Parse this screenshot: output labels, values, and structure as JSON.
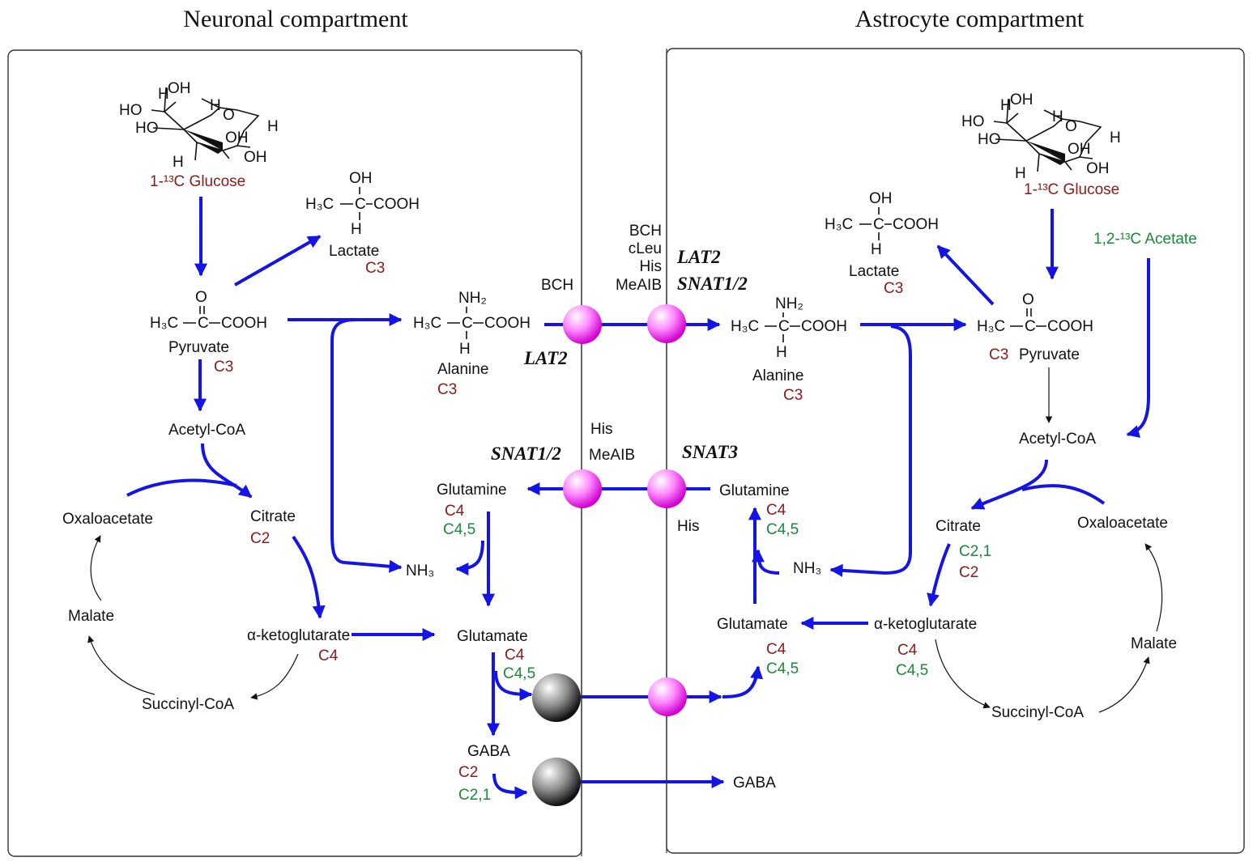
{
  "titles": {
    "neuron": "Neuronal compartment",
    "astro": "Astrocyte compartment"
  },
  "labels": {
    "n_glucose": "1-¹³C Glucose",
    "n_lactate": "Lactate",
    "n_lactate_c": "C3",
    "n_pyruvate": "Pyruvate",
    "n_pyruvate_c": "C3",
    "n_acetylcoa": "Acetyl-CoA",
    "n_citrate": "Citrate",
    "n_citrate_c": "C2",
    "n_oxaloacetate": "Oxaloacetate",
    "n_malate": "Malate",
    "n_akg": "α-ketoglutarate",
    "n_akg_c": "C4",
    "n_succinyl": "Succinyl-CoA",
    "n_alanine": "Alanine",
    "n_alanine_c": "C3",
    "n_glutamine": "Glutamine",
    "n_glutamine_c1": "C4",
    "n_glutamine_c2": "C4,5",
    "n_nh3": "NH₃",
    "n_glutamate": "Glutamate",
    "n_glutamate_c1": "C4",
    "n_glutamate_c2": "C4,5",
    "n_gaba": "GABA",
    "n_gaba_c1": "C2",
    "n_gaba_c2": "C2,1",
    "a_glucose": "1-¹³C Glucose",
    "a_acetate": "1,2-¹³C Acetate",
    "a_lactate": "Lactate",
    "a_lactate_c": "C3",
    "a_pyruvate": "Pyruvate",
    "a_pyruvate_c": "C3",
    "a_alanine": "Alanine",
    "a_alanine_c": "C3",
    "a_acetylcoa": "Acetyl-CoA",
    "a_citrate": "Citrate",
    "a_citrate_c1": "C2,1",
    "a_citrate_c2": "C2",
    "a_oxaloacetate": "Oxaloacetate",
    "a_malate": "Malate",
    "a_akg": "α-ketoglutarate",
    "a_akg_c1": "C4",
    "a_akg_c2": "C4,5",
    "a_succinyl": "Succinyl-CoA",
    "a_glutamate": "Glutamate",
    "a_glutamate_c1": "C4",
    "a_glutamate_c2": "C4,5",
    "a_glutamine": "Glutamine",
    "a_glutamine_c1": "C4",
    "a_glutamine_c2": "C4,5",
    "a_nh3": "NH₃",
    "a_gaba": "GABA"
  },
  "transporters": {
    "lat2_left": "LAT2",
    "lat2_right": "LAT2",
    "snat12_right": "SNAT1/2",
    "snat12_left": "SNAT1/2",
    "snat3": "SNAT3"
  },
  "inhibitors": {
    "bch_left": "BCH",
    "right_top": [
      "BCH",
      "cLeu",
      "His",
      "MeAIB"
    ],
    "mid": [
      "His",
      "MeAIB"
    ],
    "his_right": "His"
  },
  "chem": {
    "pyr_o": "O",
    "pyr_h3c": "H₃C",
    "pyr_c": "C",
    "pyr_cooh": "COOH",
    "lac_oh": "OH",
    "lac_h3c": "H₃C",
    "lac_c": "C",
    "lac_cooh": "COOH",
    "lac_h": "H",
    "ala_nh2": "NH₂",
    "ala_h3c": "H₃C",
    "ala_c": "C",
    "ala_cooh": "COOH",
    "ala_h": "H",
    "glc_h1": "H",
    "glc_oh1": "OH",
    "glc_ho1": "HO",
    "glc_ho2": "HO",
    "glc_h2": "H",
    "glc_o": "O",
    "glc_h3": "H",
    "glc_oh2": "OH",
    "glc_oh3": "OH",
    "glc_h4": "H"
  }
}
